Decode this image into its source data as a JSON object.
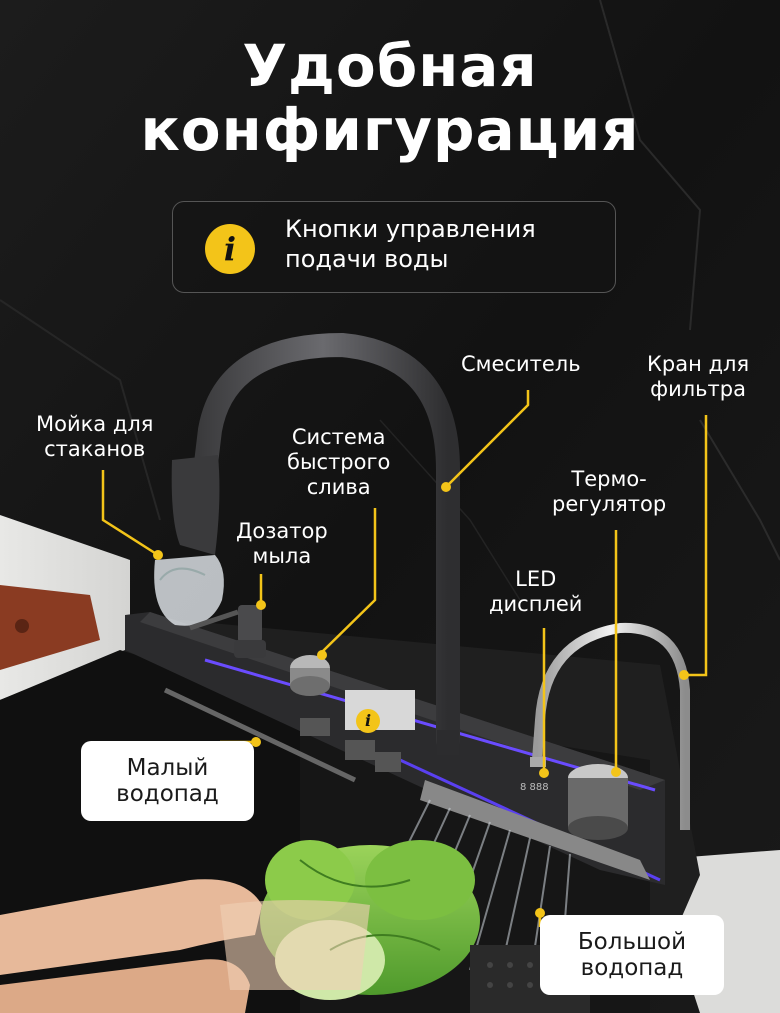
{
  "title": {
    "line1": "Удобная",
    "line2": "конфигурация"
  },
  "info": {
    "icon": "info-icon",
    "line1": "Кнопки управления",
    "line2": "подачи воды"
  },
  "labels": {
    "mixer": "Смеситель",
    "filter_tap": {
      "line1": "Кран для",
      "line2": "фильтра"
    },
    "glass_rinser": {
      "line1": "Мойка для",
      "line2": "стаканов"
    },
    "quick_drain": {
      "line1": "Система",
      "line2": "быстрого",
      "line3": "слива"
    },
    "thermostat": {
      "line1": "Термо-",
      "line2": "регулятор"
    },
    "soap_dispenser": {
      "line1": "Дозатор",
      "line2": "мыла"
    },
    "led_display": {
      "line1": "LED",
      "line2": "дисплей"
    },
    "small_waterfall": {
      "line1": "Малый",
      "line2": "водопад"
    },
    "large_waterfall": {
      "line1": "Большой",
      "line2": "водопад"
    }
  },
  "colors": {
    "accent": "#f3c419",
    "background": "#141414",
    "chip": "#ffffff"
  }
}
